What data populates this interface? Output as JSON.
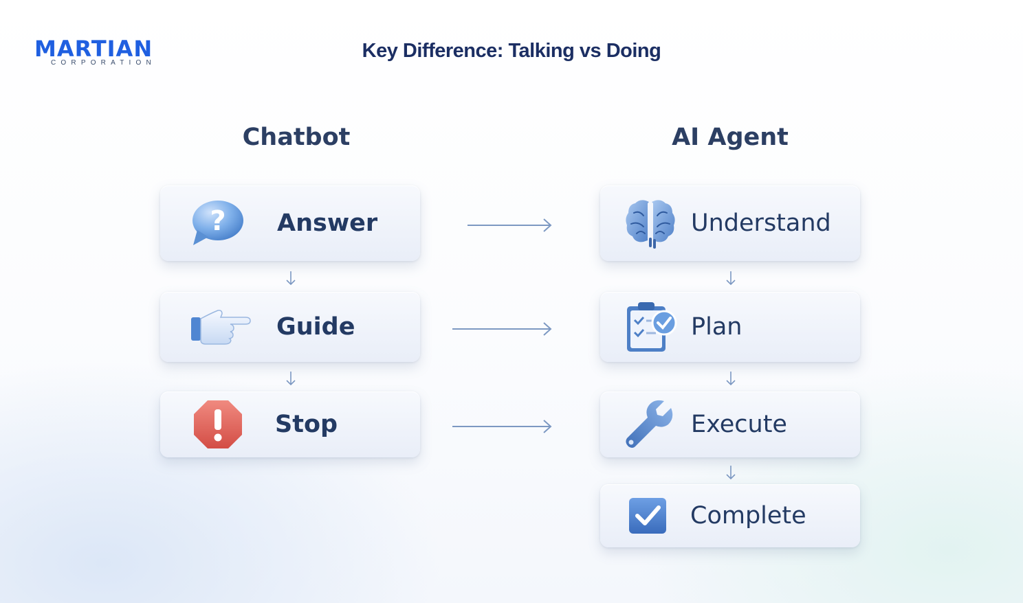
{
  "header": {
    "logo_main": "MARTIAN",
    "logo_sub": "CORPORATION",
    "title": "Key Difference: Talking vs Doing"
  },
  "columns": {
    "left_title": "Chatbot",
    "right_title": "AI Agent"
  },
  "chatbot_steps": [
    {
      "label": "Answer",
      "icon": "question-bubble-icon"
    },
    {
      "label": "Guide",
      "icon": "pointing-hand-icon"
    },
    {
      "label": "Stop",
      "icon": "stop-sign-icon"
    }
  ],
  "agent_steps": [
    {
      "label": "Understand",
      "icon": "brain-icon"
    },
    {
      "label": "Plan",
      "icon": "clipboard-checklist-icon"
    },
    {
      "label": "Execute",
      "icon": "wrench-icon"
    },
    {
      "label": "Complete",
      "icon": "checkbox-icon"
    }
  ],
  "colors": {
    "brand": "#1f5fe0",
    "title": "#1b2e63",
    "arrow": "#7c98c2",
    "stop": "#e0625a"
  }
}
